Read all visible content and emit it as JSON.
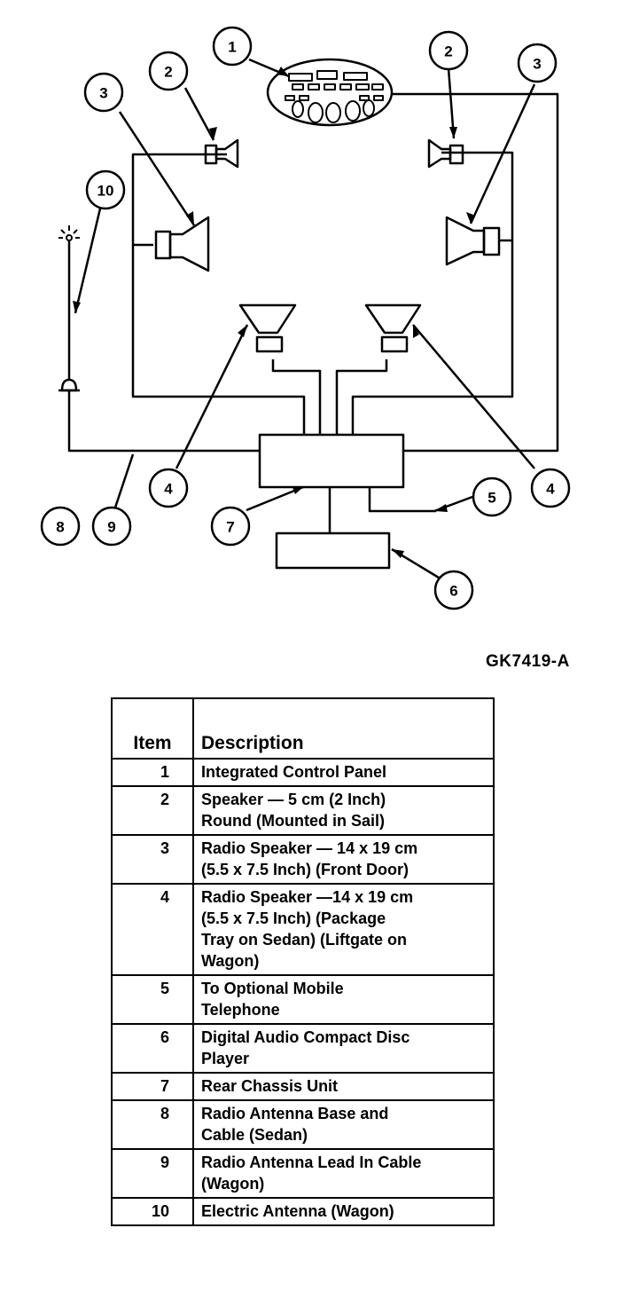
{
  "diagram": {
    "callouts": [
      "1",
      "2",
      "2",
      "3",
      "3",
      "4",
      "4",
      "5",
      "6",
      "7",
      "8",
      "9",
      "10"
    ]
  },
  "figure_code": "GK7419-A",
  "table": {
    "headers": {
      "item": "Item",
      "description": "Description"
    },
    "rows": [
      {
        "item": "1",
        "lines": [
          "Integrated Control Panel"
        ]
      },
      {
        "item": "2",
        "lines": [
          "Speaker — 5 cm (2 Inch)",
          "Round (Mounted in Sail)"
        ]
      },
      {
        "item": "3",
        "lines": [
          "Radio Speaker — 14 x 19 cm",
          "(5.5 x 7.5 Inch) (Front Door)"
        ]
      },
      {
        "item": "4",
        "lines": [
          "Radio Speaker —14 x 19 cm",
          "(5.5 x 7.5 Inch) (Package",
          "Tray on Sedan) (Liftgate on",
          "Wagon)"
        ]
      },
      {
        "item": "5",
        "lines": [
          "To Optional Mobile",
          "Telephone"
        ]
      },
      {
        "item": "6",
        "lines": [
          "Digital Audio Compact Disc",
          "Player"
        ]
      },
      {
        "item": "7",
        "lines": [
          "Rear Chassis Unit"
        ]
      },
      {
        "item": "8",
        "lines": [
          "Radio Antenna Base and",
          "Cable  (Sedan)"
        ]
      },
      {
        "item": "9",
        "lines": [
          "Radio Antenna Lead In Cable",
          "(Wagon)"
        ]
      },
      {
        "item": "10",
        "lines": [
          "Electric Antenna  (Wagon)"
        ]
      }
    ]
  }
}
